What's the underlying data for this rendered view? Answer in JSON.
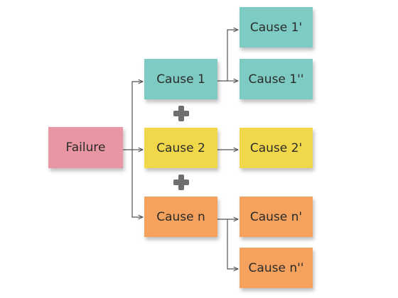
{
  "nodes": {
    "failure": "Failure",
    "cause1": "Cause 1",
    "cause2": "Cause 2",
    "causen": "Cause n",
    "cause1_prime": "Cause 1'",
    "cause1_double_prime": "Cause 1''",
    "cause2_prime": "Cause 2'",
    "causen_prime": "Cause n'",
    "causen_double_prime": "Cause n''"
  },
  "colors": {
    "failure": "#e896a3",
    "teal": "#7ecbc3",
    "yellow": "#f1d84a",
    "orange": "#f4a25d",
    "connector": "#555555",
    "plus_icon": "#6e6e6e"
  },
  "icons": {
    "and_operator": "plus-icon"
  }
}
